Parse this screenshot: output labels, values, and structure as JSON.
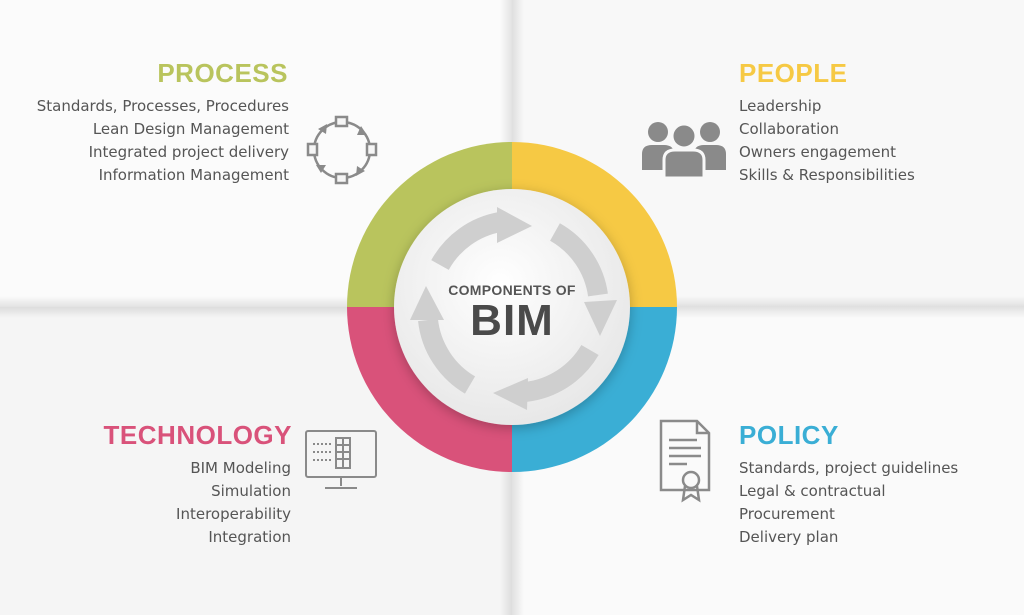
{
  "colors": {
    "process": "#b9c45d",
    "people": "#f6c944",
    "technology": "#d9527a",
    "policy": "#3aaed5",
    "icon_gray": "#8a8a8a",
    "arrow_gray": "#cfcfcf"
  },
  "center": {
    "small_text": "COMPONENTS OF",
    "big_text": "BIM"
  },
  "quadrants": {
    "process": {
      "title": "PROCESS",
      "icon": "cycle-icon",
      "items": [
        "Standards, Processes, Procedures",
        "Lean Design Management",
        "Integrated project delivery",
        "Information Management"
      ]
    },
    "people": {
      "title": "PEOPLE",
      "icon": "people-group-icon",
      "items": [
        "Leadership",
        "Collaboration",
        "Owners engagement",
        "Skills & Responsibilities"
      ]
    },
    "technology": {
      "title": "TECHNOLOGY",
      "icon": "monitor-building-icon",
      "items": [
        "BIM Modeling",
        "Simulation",
        "Interoperability",
        "Integration"
      ]
    },
    "policy": {
      "title": "POLICY",
      "icon": "certificate-document-icon",
      "items": [
        "Standards, project guidelines",
        "Legal & contractual",
        "Procurement",
        "Delivery plan"
      ]
    }
  }
}
